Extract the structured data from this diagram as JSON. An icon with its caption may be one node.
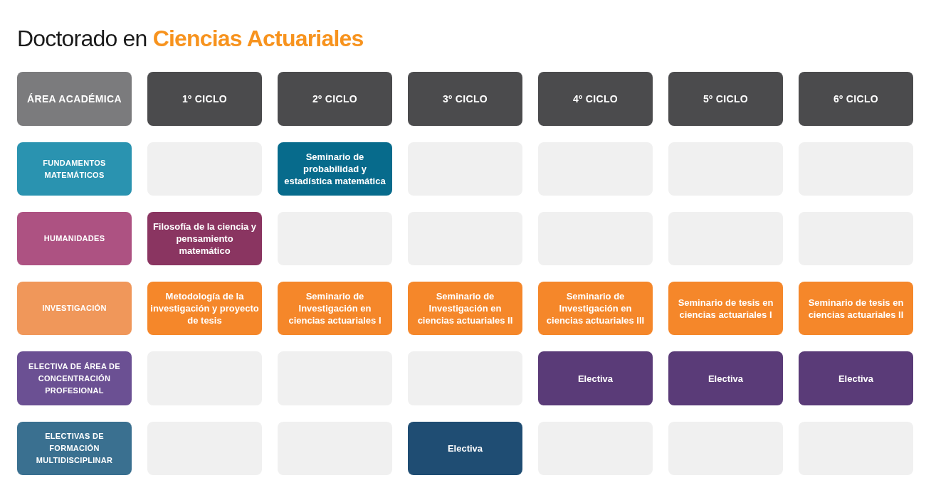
{
  "diagram": {
    "title": "Doctorado en **Ciencias Actuariales**",
    "nodes": [
      {
        "text": [
          "ÁREA ACADÉMICA"
        ]
      },
      {
        "text": [
          "1º CICLO"
        ]
      },
      {
        "text": [
          "2º CICLO"
        ]
      },
      {
        "text": [
          "3º CICLO"
        ]
      },
      {
        "text": [
          "4º CICLO"
        ]
      },
      {
        "text": [
          "5º CICLO"
        ]
      },
      {
        "text": [
          "6º CICLO"
        ]
      },
      {
        "text": [
          "FUNDAMENTOS MATEMÁTICOS"
        ]
      },
      {
        "text": [],
        "shape": "box"
      },
      {
        "text": [
          "Seminario de probabilidad y estadística matemática"
        ]
      },
      {
        "text": [],
        "shape": "box"
      },
      {
        "text": [],
        "shape": "box"
      },
      {
        "text": [],
        "shape": "box"
      },
      {
        "text": [],
        "shape": "box"
      },
      {
        "text": [
          "HUMANIDADES"
        ]
      },
      {
        "text": [
          "Filosofía de la ciencia y pensamiento matemático"
        ]
      },
      {
        "text": [],
        "shape": "box"
      },
      {
        "text": [],
        "shape": "box"
      },
      {
        "text": [],
        "shape": "box"
      },
      {
        "text": [],
        "shape": "box"
      },
      {
        "text": [],
        "shape": "box"
      },
      {
        "text": [
          "INVESTIGACIÓN"
        ]
      },
      {
        "text": [
          "Metodología de la investigación y proyecto de tesis"
        ]
      },
      {
        "text": [
          "Seminario de Investigación en ciencias actuariales I"
        ]
      },
      {
        "text": [
          "Seminario de Investigación en ciencias actuariales II"
        ]
      },
      {
        "text": [
          "Seminario de Investigación en ciencias actuariales III"
        ]
      },
      {
        "text": [
          "Seminario de tesis en ciencias actuariales I"
        ]
      },
      {
        "text": [
          "Seminario de tesis en ciencias actuariales II"
        ]
      },
      {
        "text": [
          "ELECTIVA DE ÁREA DE CONCENTRACIÓN PROFESIONAL"
        ]
      },
      {
        "text": [],
        "shape": "box"
      },
      {
        "text": [],
        "shape": "box"
      },
      {
        "text": [],
        "shape": "box"
      },
      {
        "text": [
          "Electiva"
        ]
      },
      {
        "text": [
          "Electiva"
        ]
      },
      {
        "text": [
          "Electiva"
        ]
      },
      {
        "text": [
          "ELECTIVAS DE FORMACIÓN MULTIDISCIPLINAR"
        ]
      },
      {
        "text": [],
        "shape": "box"
      },
      {
        "text": [],
        "shape": "box"
      },
      {
        "text": [
          "Electiva"
        ]
      },
      {
        "text": [],
        "shape": "box"
      },
      {
        "text": [],
        "shape": "box"
      },
      {
        "text": [],
        "shape": "box"
      }
    ]
  }
}
